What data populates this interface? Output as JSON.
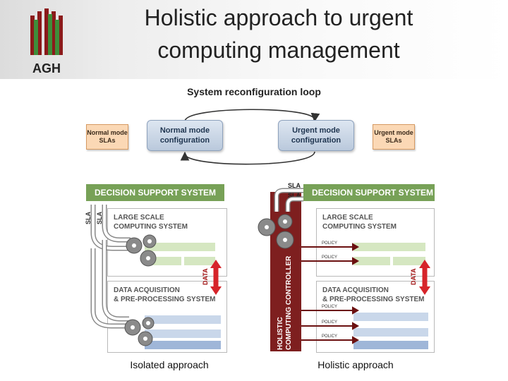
{
  "header": {
    "title_line1": "Holistic approach to urgent",
    "title_line2": "computing management",
    "logo_text": "AGH"
  },
  "loop": {
    "title": "System reconfiguration loop",
    "normal_slas": "Normal mode SLAs",
    "normal_config": "Normal mode configuration",
    "urgent_config": "Urgent mode configuration",
    "urgent_slas": "Urgent mode SLAs"
  },
  "isolated": {
    "dss": "DECISION SUPPORT SYSTEM",
    "lscs_line1": "LARGE SCALE",
    "lscs_line2": "COMPUTING SYSTEM",
    "daq_line1": "DATA ACQUISITION",
    "daq_line2": "& PRE-PROCESSING SYSTEM",
    "sla1": "SLA",
    "sla2": "SLA",
    "data": "DATA",
    "caption": "Isolated approach"
  },
  "holistic": {
    "dss": "DECISION SUPPORT SYSTEM",
    "sla1": "SLA",
    "sla2": "SLA",
    "lscs_line1": "LARGE SCALE",
    "lscs_line2": "COMPUTING SYSTEM",
    "daq_line1": "DATA ACQUISITION",
    "daq_line2": "& PRE-PROCESSING SYSTEM",
    "controller_line1": "HOLISTIC",
    "controller_line2": "COMPUTING CONTROLLER",
    "policies": [
      "POLICY",
      "POLICY",
      "POLICY",
      "POLICY",
      "POLICY"
    ],
    "data": "DATA",
    "caption": "Holistic approach"
  },
  "colors": {
    "dss_green": "#77a157",
    "controller": "#7e1f1f",
    "config_blue": "#c9d6e6",
    "sla_orange": "#fbd8b5",
    "data_red": "#d6242a"
  }
}
